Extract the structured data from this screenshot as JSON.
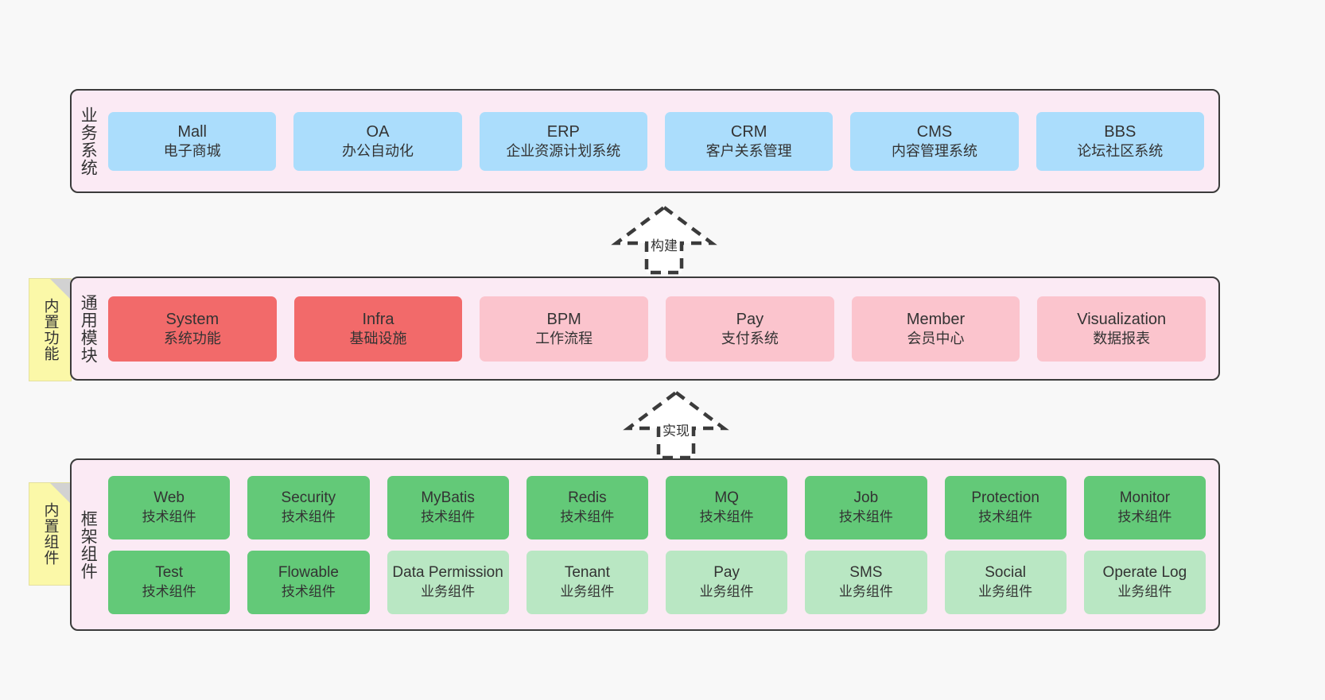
{
  "diagram": {
    "layers": [
      {
        "id": "business",
        "title": "业务系统",
        "rows": [
          {
            "cards": [
              {
                "en": "Mall",
                "cn": "电子商城",
                "color": "blue"
              },
              {
                "en": "OA",
                "cn": "办公自动化",
                "color": "blue"
              },
              {
                "en": "ERP",
                "cn": "企业资源计划系统",
                "color": "blue"
              },
              {
                "en": "CRM",
                "cn": "客户关系管理",
                "color": "blue"
              },
              {
                "en": "CMS",
                "cn": "内容管理系统",
                "color": "blue"
              },
              {
                "en": "BBS",
                "cn": "论坛社区系统",
                "color": "blue"
              }
            ]
          }
        ]
      },
      {
        "id": "modules",
        "title": "通用模块",
        "note": "内置功能",
        "rows": [
          {
            "cards": [
              {
                "en": "System",
                "cn": "系统功能",
                "color": "red"
              },
              {
                "en": "Infra",
                "cn": "基础设施",
                "color": "red"
              },
              {
                "en": "BPM",
                "cn": "工作流程",
                "color": "pink"
              },
              {
                "en": "Pay",
                "cn": "支付系统",
                "color": "pink"
              },
              {
                "en": "Member",
                "cn": "会员中心",
                "color": "pink"
              },
              {
                "en": "Visualization",
                "cn": "数据报表",
                "color": "pink"
              }
            ]
          }
        ]
      },
      {
        "id": "framework",
        "title": "框架组件",
        "note": "内置组件",
        "rows": [
          {
            "cards": [
              {
                "en": "Web",
                "cn": "技术组件",
                "color": "green"
              },
              {
                "en": "Security",
                "cn": "技术组件",
                "color": "green"
              },
              {
                "en": "MyBatis",
                "cn": "技术组件",
                "color": "green"
              },
              {
                "en": "Redis",
                "cn": "技术组件",
                "color": "green"
              },
              {
                "en": "MQ",
                "cn": "技术组件",
                "color": "green"
              },
              {
                "en": "Job",
                "cn": "技术组件",
                "color": "green"
              },
              {
                "en": "Protection",
                "cn": "技术组件",
                "color": "green"
              },
              {
                "en": "Monitor",
                "cn": "技术组件",
                "color": "green"
              }
            ]
          },
          {
            "cards": [
              {
                "en": "Test",
                "cn": "技术组件",
                "color": "green"
              },
              {
                "en": "Flowable",
                "cn": "技术组件",
                "color": "green"
              },
              {
                "en": "Data Permission",
                "cn": "业务组件",
                "color": "lgreen"
              },
              {
                "en": "Tenant",
                "cn": "业务组件",
                "color": "lgreen"
              },
              {
                "en": "Pay",
                "cn": "业务组件",
                "color": "lgreen"
              },
              {
                "en": "SMS",
                "cn": "业务组件",
                "color": "lgreen"
              },
              {
                "en": "Social",
                "cn": "业务组件",
                "color": "lgreen"
              },
              {
                "en": "Operate Log",
                "cn": "业务组件",
                "color": "lgreen"
              }
            ]
          }
        ]
      }
    ],
    "connectors": [
      {
        "id": "build",
        "label": "构建"
      },
      {
        "id": "implement",
        "label": "实现"
      }
    ],
    "colors": {
      "panel_fill": "#fbeaf4",
      "panel_border": "#3b3b3b",
      "blue": "#abddfc",
      "red": "#f26a6a",
      "pink": "#fbc4cd",
      "green": "#63c978",
      "light_green": "#b9e7c3",
      "sticky_yellow": "#fbf8a8",
      "background": "#f8f8f8"
    }
  }
}
